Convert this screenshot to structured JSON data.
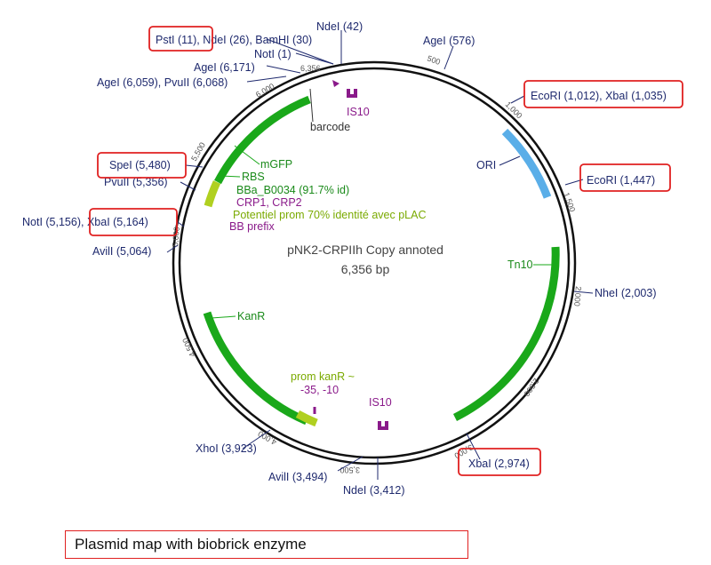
{
  "plasmid": {
    "name": "pNK2-CRPIIh Copy annoted",
    "size": "6,356 bp"
  },
  "sites": [
    {
      "label": "PstI (11), NdeI (26), BamHI (30)",
      "highlight": "PstI (11)"
    },
    {
      "label": "NdeI (42)"
    },
    {
      "label": "NotI (1)"
    },
    {
      "label": "AgeI (6,171)"
    },
    {
      "label": "AgeI (6,059), PvuII (6,068)"
    },
    {
      "label": "AgeI (576)"
    },
    {
      "label": "EcoRI (1,012), XbaI (1,035)",
      "highlight": "all"
    },
    {
      "label": "EcoRI (1,447)",
      "highlight": "all"
    },
    {
      "label": "NheI (2,003)"
    },
    {
      "label": "XbaI (2,974)",
      "highlight": "all"
    },
    {
      "label": "NdeI (3,412)"
    },
    {
      "label": "AvilI (3,494)"
    },
    {
      "label": "XhoI (3,923)"
    },
    {
      "label": "AvilI (5,064)"
    },
    {
      "label": "NotI (5,156), XbaI (5,164)",
      "highlight": "XbaI (5,164)"
    },
    {
      "label": "PvuII (5,356)"
    },
    {
      "label": "SpeI (5,480)",
      "highlight": "all"
    }
  ],
  "features": {
    "is10_top": "IS10",
    "barcode": "barcode",
    "mgfp": "mGFP",
    "rbs": "RBS",
    "bba": "BBa_B0034 (91.7% id)",
    "crp": "CRP1, CRP2",
    "potentiel": "Potentiel prom 70% identité avec pLAC",
    "bb_prefix": "BB prefix",
    "ori": "ORI",
    "tn10": "Tn10",
    "kanr": "KanR",
    "prom_kanr_1": "prom kanR ~",
    "prom_kanr_2": "-35, -10",
    "is10_bottom": "IS10"
  },
  "ticks": [
    "6,356",
    "500",
    "1,000",
    "1,500",
    "2,000",
    "2,500",
    "3,000",
    "3,500",
    "4,000",
    "4,500",
    "5,000",
    "5,500",
    "6,000"
  ],
  "caption": "Plasmid map with biobrick enzyme",
  "colors": {
    "highlight_box": "#e02020",
    "label_text": "#1f2a6e",
    "feature_green": "#1aa81a",
    "ori_blue": "#5aaee8",
    "feature_purple": "#8a1a8a",
    "feature_olive": "#b0d020"
  }
}
